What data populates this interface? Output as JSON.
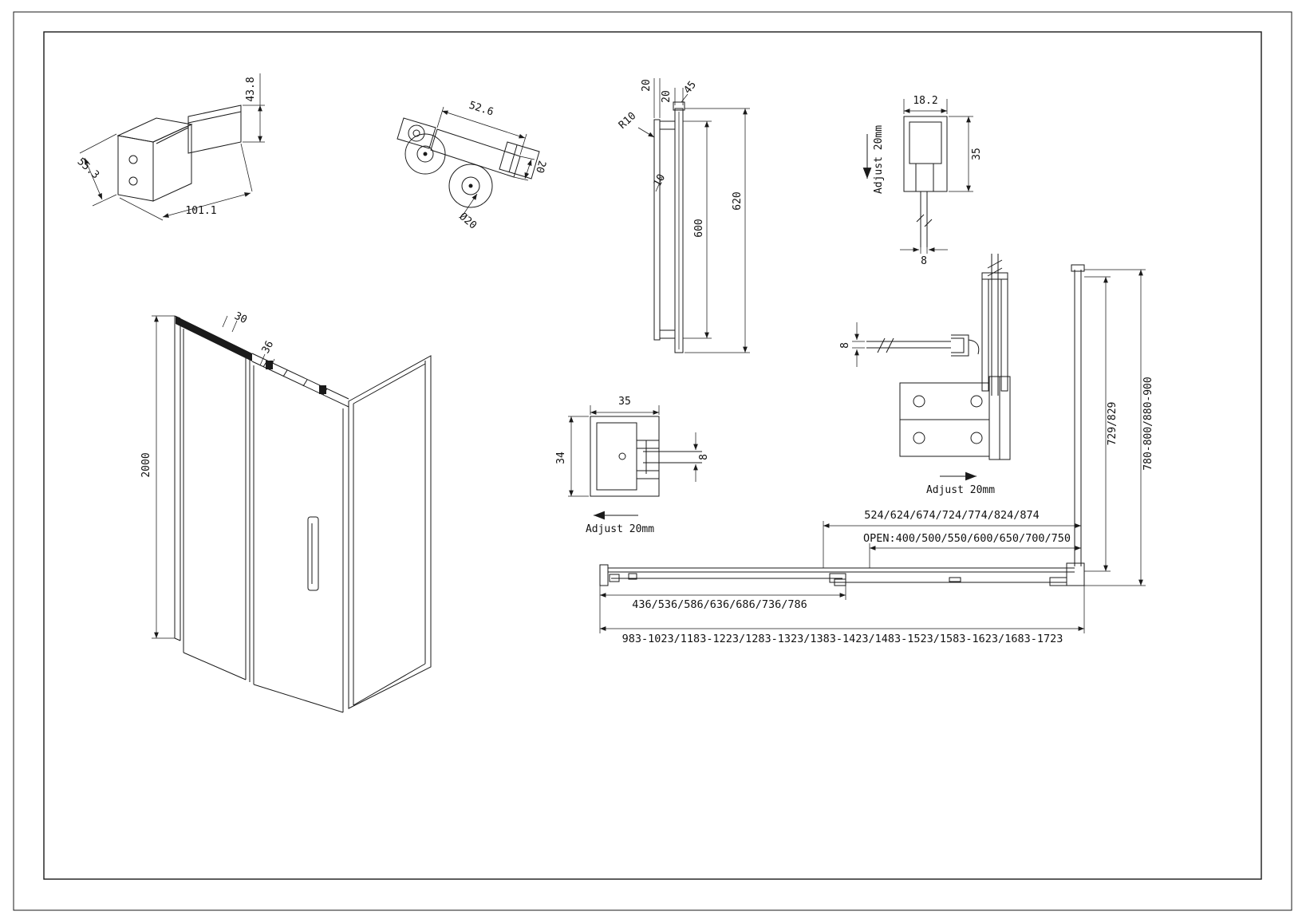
{
  "views": {
    "corner_bracket": {
      "dim_height": "43.8",
      "dim_depth": "55.3",
      "dim_width": "101.1"
    },
    "roller": {
      "dim_width": "52.6",
      "dim_height": "20",
      "dim_wheel": "Ø20"
    },
    "handle": {
      "dim_a": "20",
      "dim_b": "20",
      "dim_c": "45",
      "dim_radius": "R10",
      "dim_bar": "10",
      "dim_inner": "600",
      "dim_total": "620"
    },
    "top_profile": {
      "dim_width": "18.2",
      "dim_height": "35",
      "dim_glass": "8",
      "note": "Adjust 20mm"
    },
    "wall_bracket": {
      "dim_glass": "8",
      "note": "Adjust 20mm"
    },
    "floor_guide": {
      "dim_width": "35",
      "dim_height": "34",
      "dim_glass": "8",
      "note": "Adjust 20mm"
    },
    "isometric": {
      "dim_height": "2000",
      "dim_top": "30",
      "dim_rail": "36"
    },
    "plan": {
      "dim_fixed": "524/624/674/724/774/824/874",
      "dim_open": "OPEN:400/500/550/600/650/700/750",
      "dim_door": "436/536/586/636/686/736/786",
      "dim_total": "983-1023/1183-1223/1283-1323/1383-1423/1483-1523/1583-1623/1683-1723",
      "dim_side_glass": "729/829",
      "dim_side_total": "780-800/880-900"
    }
  }
}
